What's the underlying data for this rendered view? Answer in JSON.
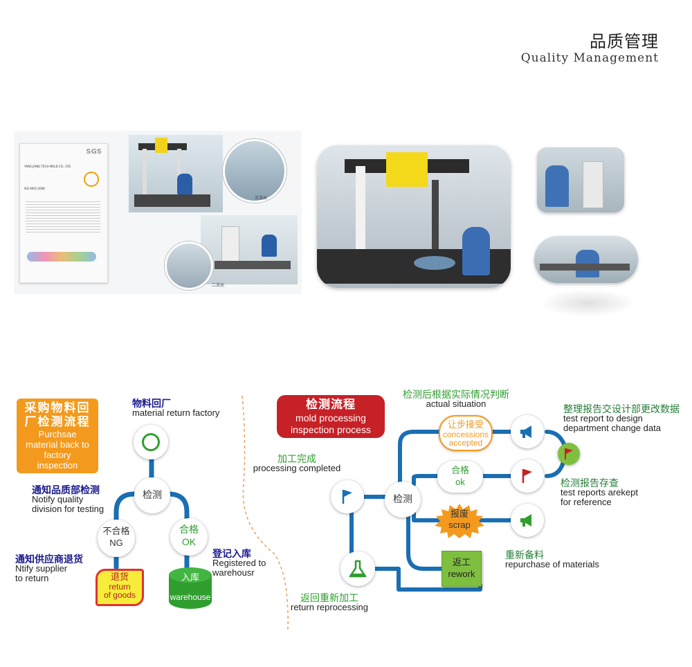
{
  "header": {
    "title_cn": "品质管理",
    "title_en": "Quality Management"
  },
  "photos": {
    "cert_label": "SGS",
    "cert_company": "YANG JIANG TECH MOLD CO., LTD.",
    "cert_iso": "ISO 9001:2008",
    "panel_caption_1": "三次元",
    "panel_caption_2": "二次元"
  },
  "left_flow": {
    "title": {
      "cn": [
        "采购物料回",
        "厂检测流程"
      ],
      "en": [
        "Purchsae",
        "material back to",
        "factory",
        "inspection"
      ]
    },
    "material_return": {
      "cn": "物料回厂",
      "en": "material return factory"
    },
    "notify_quality": {
      "cn": "通知品质部检测",
      "en": [
        "Notify quality",
        "division for testing"
      ]
    },
    "notify_supplier": {
      "cn": "通知供应商退货",
      "en": [
        "Ntify supplier",
        "to return"
      ]
    },
    "register": {
      "cn": "登记入库",
      "en": [
        "Registered to",
        "warehousr"
      ]
    },
    "inspect_node": "检测",
    "ng_node": {
      "cn": "不合格",
      "en": "NG"
    },
    "ok_node": {
      "cn": "合格",
      "en": "OK"
    },
    "return_goods": {
      "cn": "退货",
      "en": [
        "return",
        "of goods"
      ]
    },
    "warehouse": {
      "cn": "入库",
      "en": "warehouse"
    }
  },
  "right_flow": {
    "title": {
      "cn": "检测流程",
      "en": [
        "mold processing",
        "inspection process"
      ]
    },
    "judge": {
      "cn": "检测后根据实际情况判断",
      "en": "actual situation"
    },
    "report": {
      "cn": "整理报告交设计部更改数据",
      "en": [
        "test report to design",
        "department change data"
      ]
    },
    "processing_done": {
      "cn": "加工完成",
      "en": "processing completed"
    },
    "inspect_node": "检测",
    "concession": {
      "cn": "让步接受",
      "en": [
        "concessions",
        "accepted"
      ]
    },
    "ok_node": {
      "cn": "合格",
      "en": "ok"
    },
    "scrap": {
      "cn": "报废",
      "en": "scrap"
    },
    "rework": {
      "cn": "返工",
      "en": "rework"
    },
    "stored": {
      "cn": "检测报告存查",
      "en": [
        "test reports arekept",
        "for reference"
      ]
    },
    "repurchase": {
      "cn": "重新备料",
      "en": "repurchase of materials"
    },
    "return_reprocess": {
      "cn": "返回重新加工",
      "en": "return reprocessing"
    }
  },
  "colors": {
    "flow_blue": "#1a6fb3",
    "orange": "#f39a1e",
    "red_banner": "#c62127",
    "green": "#2f9e2f"
  }
}
